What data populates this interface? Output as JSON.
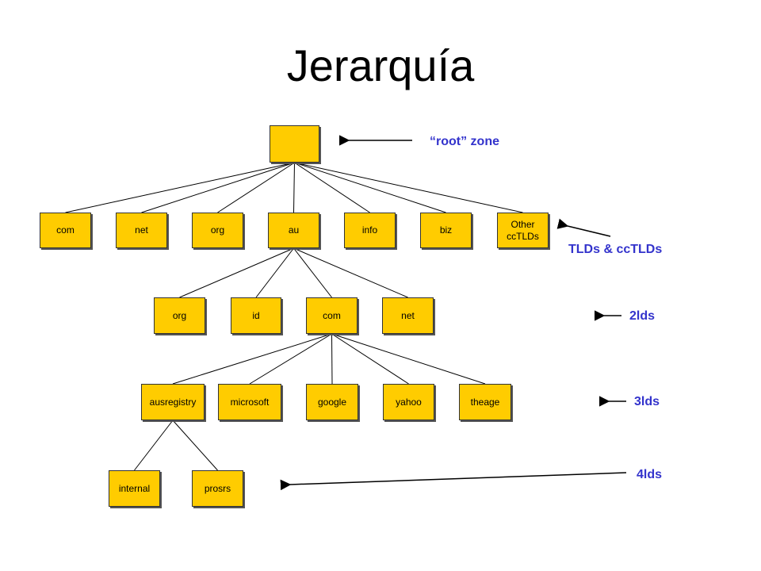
{
  "title": "Jerarquía",
  "colors": {
    "node_fill": "#FFCC00",
    "label_text": "#3333CC",
    "lines": "#000000"
  },
  "levels": {
    "root": "“root” zone",
    "tlds": "TLDs & ccTLDs",
    "l2": "2lds",
    "l3": "3lds",
    "l4": "4lds"
  },
  "nodes": {
    "root": "",
    "com": "com",
    "net": "net",
    "org": "org",
    "au": "au",
    "info": "info",
    "biz": "biz",
    "other": "Other\nccTLDs",
    "au_org": "org",
    "au_id": "id",
    "au_com": "com",
    "au_net": "net",
    "ausregistry": "ausregistry",
    "microsoft": "microsoft",
    "google": "google",
    "yahoo": "yahoo",
    "theage": "theage",
    "internal": "internal",
    "prosrs": "prosrs"
  },
  "edges": [
    [
      "root",
      "com"
    ],
    [
      "root",
      "net"
    ],
    [
      "root",
      "org"
    ],
    [
      "root",
      "au"
    ],
    [
      "root",
      "info"
    ],
    [
      "root",
      "biz"
    ],
    [
      "root",
      "other"
    ],
    [
      "au",
      "au_org"
    ],
    [
      "au",
      "au_id"
    ],
    [
      "au",
      "au_com"
    ],
    [
      "au",
      "au_net"
    ],
    [
      "au_com",
      "ausregistry"
    ],
    [
      "au_com",
      "microsoft"
    ],
    [
      "au_com",
      "google"
    ],
    [
      "au_com",
      "yahoo"
    ],
    [
      "au_com",
      "theage"
    ],
    [
      "ausregistry",
      "internal"
    ],
    [
      "ausregistry",
      "prosrs"
    ]
  ]
}
